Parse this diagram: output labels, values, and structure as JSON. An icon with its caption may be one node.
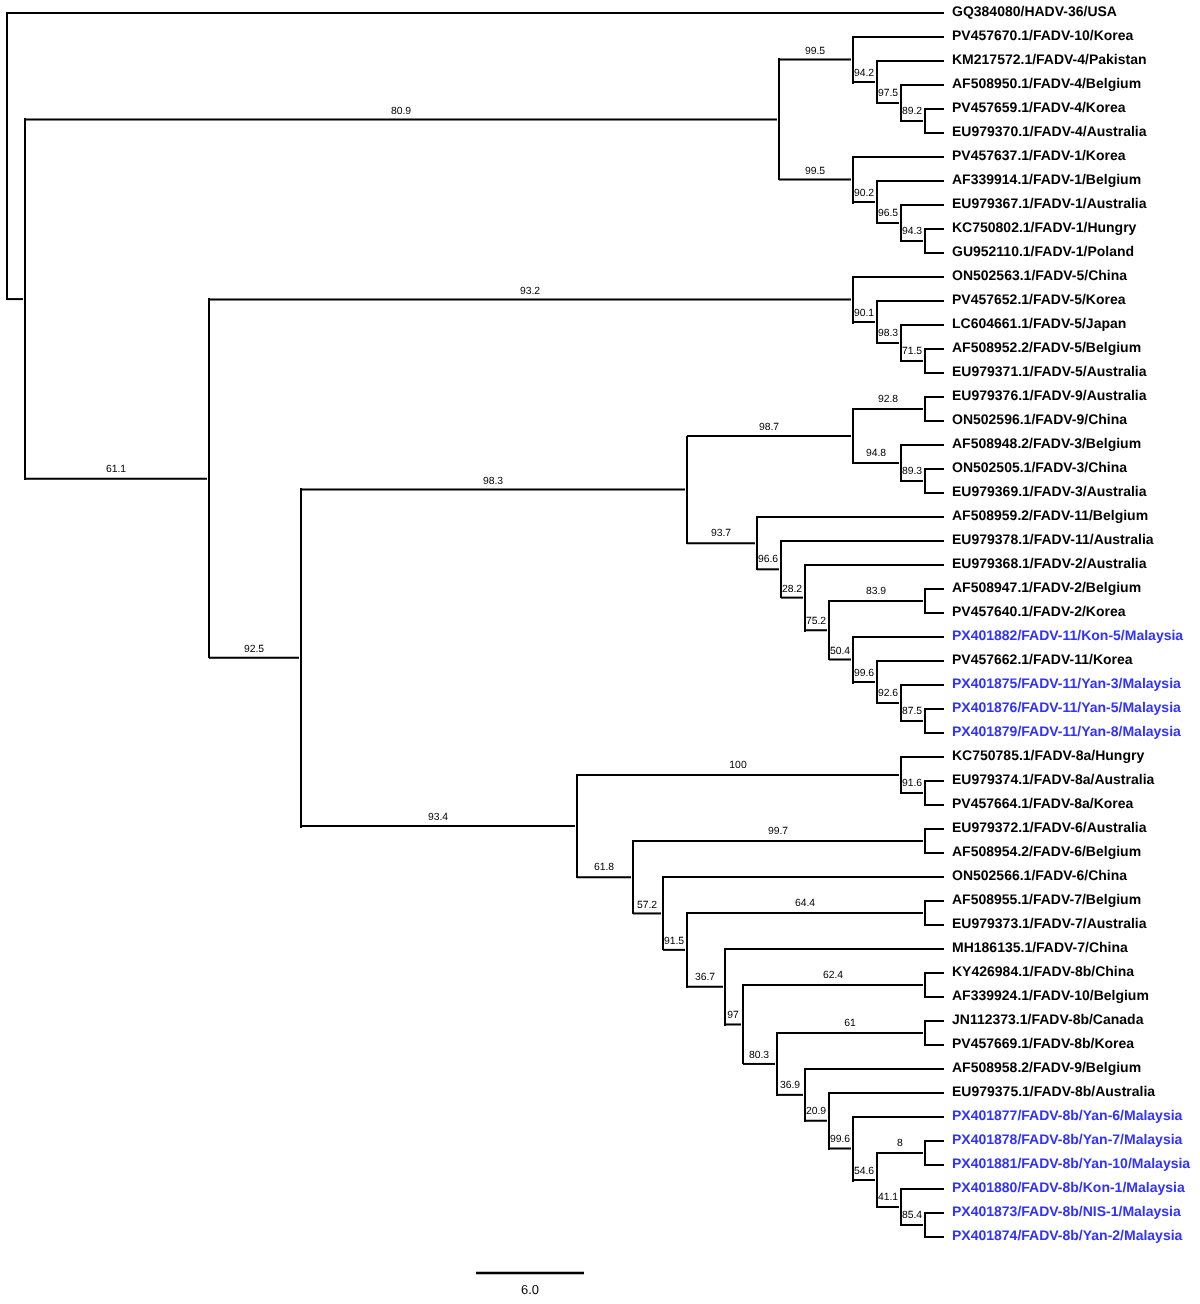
{
  "diagram": {
    "nodes": [
      {
        "text": [
          "GQ384080/HADV-36/USA"
        ]
      },
      {
        "text": [
          "PV457670.1/FADV-10/Korea"
        ]
      },
      {
        "text": [
          "KM217572.1/FADV-4/Pakistan"
        ]
      },
      {
        "text": [
          "AF508950.1/FADV-4/Belgium"
        ]
      },
      {
        "text": [
          "PV457659.1/FADV-4/Korea"
        ]
      },
      {
        "text": [
          "EU979370.1/FADV-4/Australia"
        ]
      },
      {
        "text": [
          "PV457637.1/FADV-1/Korea"
        ]
      },
      {
        "text": [
          "AF339914.1/FADV-1/Belgium"
        ]
      },
      {
        "text": [
          "EU979367.1/FADV-1/Australia"
        ]
      },
      {
        "text": [
          "KC750802.1/FADV-1/Hungry"
        ]
      },
      {
        "text": [
          "GU952110.1/FADV-1/Poland"
        ]
      },
      {
        "text": [
          "ON502563.1/FADV-5/China"
        ]
      },
      {
        "text": [
          "PV457652.1/FADV-5/Korea"
        ]
      },
      {
        "text": [
          "LC604661.1/FADV-5/Japan"
        ]
      },
      {
        "text": [
          "AF508952.2/FADV-5/Belgium"
        ]
      },
      {
        "text": [
          "EU979371.1/FADV-5/Australia"
        ]
      },
      {
        "text": [
          "EU979376.1/FADV-9/Australia"
        ]
      },
      {
        "text": [
          "ON502596.1/FADV-9/China"
        ]
      },
      {
        "text": [
          "AF508948.2/FADV-3/Belgium"
        ]
      },
      {
        "text": [
          "ON502505.1/FADV-3/China"
        ]
      },
      {
        "text": [
          "EU979369.1/FADV-3/Australia"
        ]
      },
      {
        "text": [
          "AF508959.2/FADV-11/Belgium"
        ]
      },
      {
        "text": [
          "EU979378.1/FADV-11/Australia"
        ]
      },
      {
        "text": [
          "EU979368.1/FADV-2/Australia"
        ]
      },
      {
        "text": [
          "AF508947.1/FADV-2/Belgium"
        ]
      },
      {
        "text": [
          "PV457640.1/FADV-2/Korea"
        ]
      },
      {
        "text": [
          "PX401882/FADV-11/Kon-5/Malaysia"
        ]
      },
      {
        "text": [
          "PV457662.1/FADV-11/Korea"
        ]
      },
      {
        "text": [
          "PX401875/FADV-11/Yan-3/Malaysia"
        ]
      },
      {
        "text": [
          "PX401876/FADV-11/Yan-5/Malaysia"
        ]
      },
      {
        "text": [
          "PX401879/FADV-11/Yan-8/Malaysia"
        ]
      },
      {
        "text": [
          "KC750785.1/FADV-8a/Hungry"
        ]
      },
      {
        "text": [
          "EU979374.1/FADV-8a/Australia"
        ]
      },
      {
        "text": [
          "PV457664.1/FADV-8a/Korea"
        ]
      },
      {
        "text": [
          "EU979372.1/FADV-6/Australia"
        ]
      },
      {
        "text": [
          "AF508954.2/FADV-6/Belgium"
        ]
      },
      {
        "text": [
          "ON502566.1/FADV-6/China"
        ]
      },
      {
        "text": [
          "AF508955.1/FADV-7/Belgium"
        ]
      },
      {
        "text": [
          "EU979373.1/FADV-7/Australia"
        ]
      },
      {
        "text": [
          "MH186135.1/FADV-7/China"
        ]
      },
      {
        "text": [
          "KY426984.1/FADV-8b/China"
        ]
      },
      {
        "text": [
          "AF339924.1/FADV-10/Belgium"
        ]
      },
      {
        "text": [
          "JN112373.1/FADV-8b/Canada"
        ]
      },
      {
        "text": [
          "PV457669.1/FADV-8b/Korea"
        ]
      },
      {
        "text": [
          "AF508958.2/FADV-9/Belgium"
        ]
      },
      {
        "text": [
          "EU979375.1/FADV-8b/Australia"
        ]
      },
      {
        "text": [
          "PX401877/FADV-8b/Yan-6/Malaysia"
        ]
      },
      {
        "text": [
          "PX401878/FADV-8b/Yan-7/Malaysia"
        ]
      },
      {
        "text": [
          "PX401881/FADV-8b/Yan-10/Malaysia"
        ]
      },
      {
        "text": [
          "PX401880/FADV-8b/Kon-1/Malaysia"
        ]
      },
      {
        "text": [
          "PX401873/FADV-8b/NIS-1/Malaysia"
        ]
      },
      {
        "text": [
          "PX401874/FADV-8b/Yan-2/Malaysia"
        ]
      },
      {
        "text": [],
        "shape": "line"
      },
      {
        "text": [],
        "shape": "line"
      },
      {
        "text": [],
        "shape": "line"
      },
      {
        "text": [],
        "shape": "line"
      },
      {
        "text": [],
        "shape": "line"
      },
      {
        "text": [],
        "shape": "line"
      },
      {
        "text": [],
        "shape": "line"
      },
      {
        "text": [],
        "shape": "line"
      },
      {
        "text": [],
        "shape": "line"
      },
      {
        "text": [],
        "shape": "line"
      },
      {
        "text": [],
        "shape": "line"
      },
      {
        "text": [],
        "shape": "line"
      },
      {
        "text": [],
        "shape": "line"
      },
      {
        "text": [],
        "shape": "line"
      },
      {
        "text": [],
        "shape": "line"
      },
      {
        "text": [],
        "shape": "line"
      },
      {
        "text": [],
        "shape": "line"
      },
      {
        "text": [],
        "shape": "line"
      },
      {
        "text": [],
        "shape": "line"
      },
      {
        "text": [],
        "shape": "line"
      },
      {
        "text": [],
        "shape": "line"
      },
      {
        "text": [],
        "shape": "line"
      },
      {
        "text": [],
        "shape": "line"
      },
      {
        "text": [],
        "shape": "line"
      },
      {
        "text": [],
        "shape": "line"
      },
      {
        "text": [],
        "shape": "line"
      },
      {
        "text": [],
        "shape": "line"
      },
      {
        "text": [],
        "shape": "line"
      },
      {
        "text": [],
        "shape": "line"
      },
      {
        "text": [],
        "shape": "line"
      },
      {
        "text": [],
        "shape": "line"
      },
      {
        "text": [],
        "shape": "line"
      },
      {
        "text": [],
        "shape": "line"
      },
      {
        "text": [],
        "shape": "line"
      },
      {
        "text": [],
        "shape": "line"
      },
      {
        "text": [],
        "shape": "line"
      },
      {
        "text": [],
        "shape": "line"
      },
      {
        "text": [],
        "shape": "line"
      },
      {
        "text": [],
        "shape": "line"
      },
      {
        "text": [],
        "shape": "line"
      },
      {
        "text": [],
        "shape": "line"
      },
      {
        "text": [],
        "shape": "line"
      },
      {
        "text": [],
        "shape": "line"
      },
      {
        "text": [],
        "shape": "line"
      },
      {
        "text": [],
        "shape": "line"
      },
      {
        "text": [],
        "shape": "line"
      },
      {
        "text": [],
        "shape": "line"
      },
      {
        "text": [],
        "shape": "line"
      },
      {
        "text": [],
        "shape": "line"
      },
      {
        "text": [],
        "shape": "line"
      },
      {
        "text": [],
        "shape": "line"
      }
    ],
    "edges": [
      {
        "from": 52,
        "to": 0,
        "arrow": "none"
      },
      {
        "from": 52,
        "to": 53,
        "arrow": "none"
      },
      {
        "from": 53,
        "to": 54,
        "arrow": "none",
        "label": "80.9"
      },
      {
        "from": 53,
        "to": 63,
        "arrow": "none",
        "label": "61.1"
      },
      {
        "from": 54,
        "to": 55,
        "arrow": "none",
        "label": "99.5"
      },
      {
        "from": 54,
        "to": 59,
        "arrow": "none",
        "label": "99.5"
      },
      {
        "from": 55,
        "to": 1,
        "arrow": "none"
      },
      {
        "from": 55,
        "to": 56,
        "arrow": "none",
        "label": "94.2"
      },
      {
        "from": 56,
        "to": 2,
        "arrow": "none"
      },
      {
        "from": 56,
        "to": 57,
        "arrow": "none",
        "label": "97.5"
      },
      {
        "from": 57,
        "to": 3,
        "arrow": "none"
      },
      {
        "from": 57,
        "to": 58,
        "arrow": "none",
        "label": "89.2"
      },
      {
        "from": 58,
        "to": 4,
        "arrow": "none"
      },
      {
        "from": 58,
        "to": 5,
        "arrow": "none"
      },
      {
        "from": 59,
        "to": 6,
        "arrow": "none"
      },
      {
        "from": 59,
        "to": 60,
        "arrow": "none",
        "label": "90.2"
      },
      {
        "from": 60,
        "to": 7,
        "arrow": "none"
      },
      {
        "from": 60,
        "to": 61,
        "arrow": "none",
        "label": "96.5"
      },
      {
        "from": 61,
        "to": 8,
        "arrow": "none"
      },
      {
        "from": 61,
        "to": 62,
        "arrow": "none",
        "label": "94.3"
      },
      {
        "from": 62,
        "to": 9,
        "arrow": "none"
      },
      {
        "from": 62,
        "to": 10,
        "arrow": "none"
      },
      {
        "from": 63,
        "to": 64,
        "arrow": "none",
        "label": "93.2"
      },
      {
        "from": 63,
        "to": 68,
        "arrow": "none",
        "label": "92.5"
      },
      {
        "from": 64,
        "to": 11,
        "arrow": "none"
      },
      {
        "from": 64,
        "to": 65,
        "arrow": "none",
        "label": "90.1"
      },
      {
        "from": 65,
        "to": 12,
        "arrow": "none"
      },
      {
        "from": 65,
        "to": 66,
        "arrow": "none",
        "label": "98.3"
      },
      {
        "from": 66,
        "to": 13,
        "arrow": "none"
      },
      {
        "from": 66,
        "to": 67,
        "arrow": "none",
        "label": "71.5"
      },
      {
        "from": 67,
        "to": 14,
        "arrow": "none"
      },
      {
        "from": 67,
        "to": 15,
        "arrow": "none"
      },
      {
        "from": 68,
        "to": 69,
        "arrow": "none",
        "label": "98.3"
      },
      {
        "from": 68,
        "to": 83,
        "arrow": "none",
        "label": "93.4"
      },
      {
        "from": 69,
        "to": 70,
        "arrow": "none",
        "label": "98.7"
      },
      {
        "from": 69,
        "to": 74,
        "arrow": "none",
        "label": "93.7"
      },
      {
        "from": 70,
        "to": 71,
        "arrow": "none",
        "label": "92.8"
      },
      {
        "from": 70,
        "to": 72,
        "arrow": "none",
        "label": "94.8"
      },
      {
        "from": 71,
        "to": 16,
        "arrow": "none"
      },
      {
        "from": 71,
        "to": 17,
        "arrow": "none"
      },
      {
        "from": 72,
        "to": 18,
        "arrow": "none"
      },
      {
        "from": 72,
        "to": 73,
        "arrow": "none",
        "label": "89.3"
      },
      {
        "from": 73,
        "to": 19,
        "arrow": "none"
      },
      {
        "from": 73,
        "to": 20,
        "arrow": "none"
      },
      {
        "from": 74,
        "to": 21,
        "arrow": "none"
      },
      {
        "from": 74,
        "to": 75,
        "arrow": "none",
        "label": "96.6"
      },
      {
        "from": 75,
        "to": 22,
        "arrow": "none"
      },
      {
        "from": 75,
        "to": 76,
        "arrow": "none",
        "label": "28.2"
      },
      {
        "from": 76,
        "to": 23,
        "arrow": "none"
      },
      {
        "from": 76,
        "to": 77,
        "arrow": "none",
        "label": "75.2"
      },
      {
        "from": 77,
        "to": 78,
        "arrow": "none",
        "label": "83.9"
      },
      {
        "from": 77,
        "to": 79,
        "arrow": "none",
        "label": "50.4"
      },
      {
        "from": 78,
        "to": 24,
        "arrow": "none"
      },
      {
        "from": 78,
        "to": 25,
        "arrow": "none"
      },
      {
        "from": 79,
        "to": 26,
        "arrow": "none"
      },
      {
        "from": 79,
        "to": 80,
        "arrow": "none",
        "label": "99.6"
      },
      {
        "from": 80,
        "to": 27,
        "arrow": "none"
      },
      {
        "from": 80,
        "to": 81,
        "arrow": "none",
        "label": "92.6"
      },
      {
        "from": 81,
        "to": 28,
        "arrow": "none"
      },
      {
        "from": 81,
        "to": 82,
        "arrow": "none",
        "label": "87.5"
      },
      {
        "from": 82,
        "to": 29,
        "arrow": "none"
      },
      {
        "from": 82,
        "to": 30,
        "arrow": "none"
      },
      {
        "from": 83,
        "to": 84,
        "arrow": "none",
        "label": "100"
      },
      {
        "from": 83,
        "to": 86,
        "arrow": "none",
        "label": "61.8"
      },
      {
        "from": 84,
        "to": 31,
        "arrow": "none"
      },
      {
        "from": 84,
        "to": 85,
        "arrow": "none",
        "label": "91.6"
      },
      {
        "from": 85,
        "to": 32,
        "arrow": "none"
      },
      {
        "from": 85,
        "to": 33,
        "arrow": "none"
      },
      {
        "from": 86,
        "to": 87,
        "arrow": "none",
        "label": "99.7"
      },
      {
        "from": 86,
        "to": 88,
        "arrow": "none",
        "label": "57.2"
      },
      {
        "from": 87,
        "to": 34,
        "arrow": "none"
      },
      {
        "from": 87,
        "to": 35,
        "arrow": "none"
      },
      {
        "from": 88,
        "to": 36,
        "arrow": "none"
      },
      {
        "from": 88,
        "to": 89,
        "arrow": "none",
        "label": "91.5"
      },
      {
        "from": 89,
        "to": 90,
        "arrow": "none",
        "label": "64.4"
      },
      {
        "from": 89,
        "to": 91,
        "arrow": "none",
        "label": "36.7"
      },
      {
        "from": 90,
        "to": 37,
        "arrow": "none"
      },
      {
        "from": 90,
        "to": 38,
        "arrow": "none"
      },
      {
        "from": 91,
        "to": 39,
        "arrow": "none"
      },
      {
        "from": 91,
        "to": 92,
        "arrow": "none",
        "label": "97"
      },
      {
        "from": 92,
        "to": 93,
        "arrow": "none",
        "label": "62.4"
      },
      {
        "from": 92,
        "to": 94,
        "arrow": "none",
        "label": "80.3"
      },
      {
        "from": 93,
        "to": 40,
        "arrow": "none"
      },
      {
        "from": 93,
        "to": 41,
        "arrow": "none"
      },
      {
        "from": 94,
        "to": 95,
        "arrow": "none",
        "label": "61"
      },
      {
        "from": 94,
        "to": 96,
        "arrow": "none",
        "label": "36.9"
      },
      {
        "from": 95,
        "to": 42,
        "arrow": "none"
      },
      {
        "from": 95,
        "to": 43,
        "arrow": "none"
      },
      {
        "from": 96,
        "to": 44,
        "arrow": "none"
      },
      {
        "from": 96,
        "to": 97,
        "arrow": "none",
        "label": "20.9"
      },
      {
        "from": 97,
        "to": 45,
        "arrow": "none"
      },
      {
        "from": 97,
        "to": 98,
        "arrow": "none",
        "label": "99.6"
      },
      {
        "from": 98,
        "to": 46,
        "arrow": "none"
      },
      {
        "from": 98,
        "to": 99,
        "arrow": "none",
        "label": "54.6"
      },
      {
        "from": 99,
        "to": 100,
        "arrow": "none",
        "label": "8"
      },
      {
        "from": 99,
        "to": 101,
        "arrow": "none",
        "label": "41.1"
      },
      {
        "from": 100,
        "to": 47,
        "arrow": "none"
      },
      {
        "from": 100,
        "to": 48,
        "arrow": "none"
      },
      {
        "from": 101,
        "to": 49,
        "arrow": "none"
      },
      {
        "from": 101,
        "to": 102,
        "arrow": "none",
        "label": "85.4"
      },
      {
        "from": 102,
        "to": 50,
        "arrow": "none"
      },
      {
        "from": 102,
        "to": 51,
        "arrow": "none"
      }
    ],
    "labels": [
      "6.0"
    ]
  }
}
